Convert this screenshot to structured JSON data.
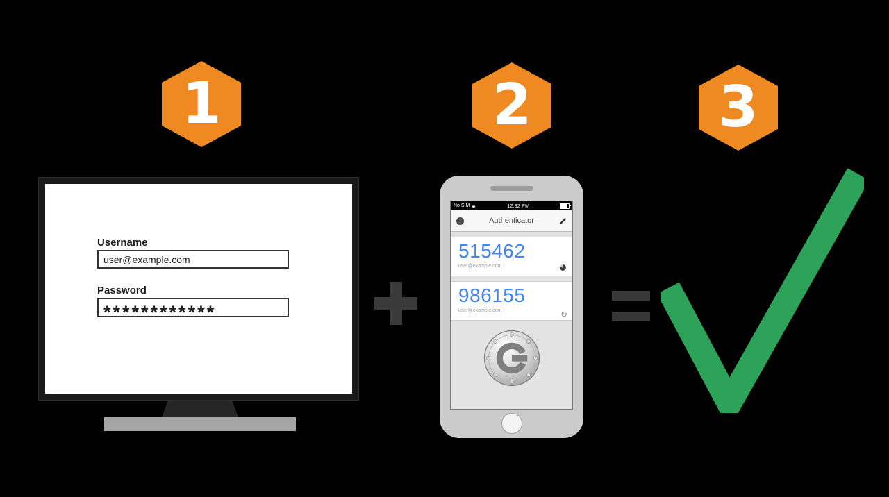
{
  "title": "Two-factor authentication diagram",
  "colors": {
    "background": "#000000",
    "hexagon_orange": "#EE8A21",
    "checkmark_green": "#2CA358",
    "code_blue": "#4285F4"
  },
  "steps": {
    "step1": "1",
    "step2": "2",
    "step3": "3"
  },
  "operators": {
    "plus": "+",
    "equals": "="
  },
  "login_form": {
    "username_label": "Username",
    "username_value": "user@example.com",
    "password_label": "Password",
    "password_value": "************"
  },
  "phone": {
    "status_bar": {
      "carrier": "No SIM",
      "time": "12:32 PM"
    },
    "header": {
      "title": "Authenticator"
    },
    "codes": [
      {
        "value": "515462",
        "account": "user@example.com",
        "icon": "countdown-timer"
      },
      {
        "value": "986155",
        "account": "user@example.com",
        "icon": "refresh"
      }
    ],
    "icons": {
      "info": "i",
      "refresh": "↻",
      "edit": "pencil",
      "wifi": "wifi-fan",
      "battery": "battery"
    }
  }
}
